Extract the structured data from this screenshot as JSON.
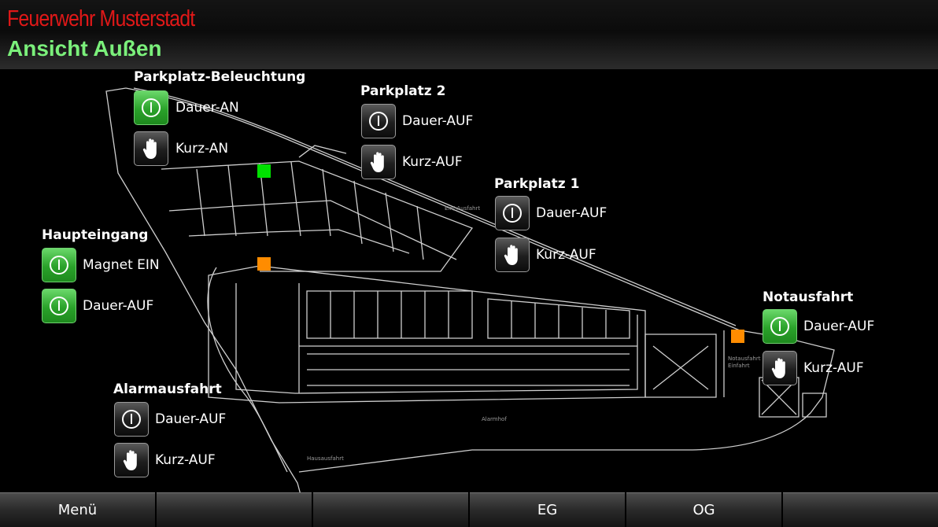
{
  "header": {
    "app_title": "Feuerwehr Musterstadt",
    "view_title": "Ansicht Außen"
  },
  "plan": {
    "label_ausfahrt": "Ein/ Ausfahrt",
    "label_notausfahrt_1": "Notausfahrt",
    "label_notausfahrt_2": "Einfahrt",
    "label_alarmhof": "Alarmhof",
    "label_hausausfahrt": "Hausausfahrt"
  },
  "groups": {
    "parkplatz_beleuchtung": {
      "title": "Parkplatz-Beleuchtung",
      "button1_label": "Dauer-AN",
      "button1_state": "on",
      "button2_label": "Kurz-AN",
      "button2_state": "off"
    },
    "parkplatz_2": {
      "title": "Parkplatz 2",
      "button1_label": "Dauer-AUF",
      "button1_state": "off",
      "button2_label": "Kurz-AUF",
      "button2_state": "off"
    },
    "parkplatz_1": {
      "title": "Parkplatz 1",
      "button1_label": "Dauer-AUF",
      "button1_state": "off",
      "button2_label": "Kurz-AUF",
      "button2_state": "off"
    },
    "haupteingang": {
      "title": "Haupteingang",
      "button1_label": "Magnet EIN",
      "button1_state": "on",
      "button2_label": "Dauer-AUF",
      "button2_state": "on"
    },
    "notausfahrt": {
      "title": "Notausfahrt",
      "button1_label": "Dauer-AUF",
      "button1_state": "on",
      "button2_label": "Kurz-AUF",
      "button2_state": "off"
    },
    "alarmausfahrt": {
      "title": "Alarmausfahrt",
      "button1_label": "Dauer-AUF",
      "button1_state": "off",
      "button2_label": "Kurz-AUF",
      "button2_state": "off"
    }
  },
  "markers": {
    "parkplatz_status": {
      "color": "#00e000"
    },
    "haupteingang_status": {
      "color": "#ff8c00"
    },
    "notausfahrt_status": {
      "color": "#ff8c00"
    }
  },
  "icons": {
    "power": "power-icon",
    "hand": "hand-icon"
  },
  "colors": {
    "title_red": "#e01818",
    "title_green": "#7bf07b",
    "button_on": "#2aa22a"
  },
  "footer": {
    "tabs": [
      "Menü",
      "",
      "",
      "EG",
      "OG",
      ""
    ]
  }
}
